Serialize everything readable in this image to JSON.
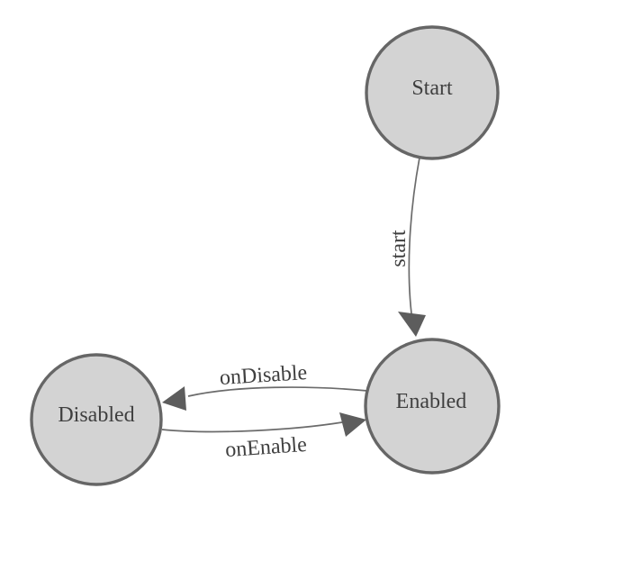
{
  "diagram": {
    "type": "state-machine-graph",
    "colors": {
      "background": "#ffffff",
      "node_fill": "#d3d3d3",
      "node_border": "#666666",
      "edge_line": "#6b6b6b",
      "arrowhead": "#5d5d5d",
      "label_text": "#3f3f3f"
    },
    "nodes": [
      {
        "id": "start",
        "label": "Start"
      },
      {
        "id": "enabled",
        "label": "Enabled"
      },
      {
        "id": "disabled",
        "label": "Disabled"
      }
    ],
    "edges": [
      {
        "id": "start-transition",
        "from": "Start",
        "to": "Enabled",
        "label": "start"
      },
      {
        "id": "on-disable",
        "from": "Enabled",
        "to": "Disabled",
        "label": "onDisable"
      },
      {
        "id": "on-enable",
        "from": "Disabled",
        "to": "Enabled",
        "label": "onEnable"
      }
    ]
  }
}
